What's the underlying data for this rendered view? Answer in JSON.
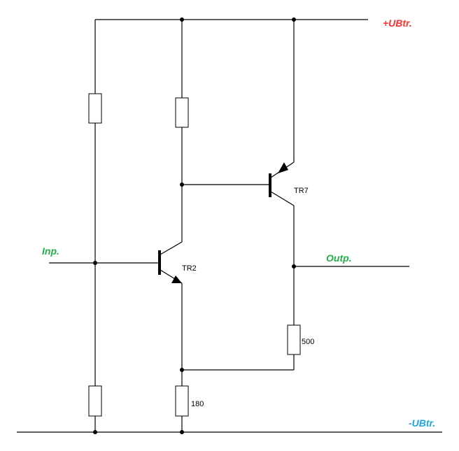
{
  "colors": {
    "positive_rail": "#ff3030",
    "negative_rail": "#1aa7e0",
    "signal": "#22b04a",
    "wire": "#000000"
  },
  "labels": {
    "positive_supply": "+UBtr.",
    "negative_supply": "-UBtr.",
    "input": "Inp.",
    "output": "Outp.",
    "transistor_2": "TR2",
    "transistor_7": "TR7",
    "resistor_output": "500",
    "resistor_emitter": "180"
  }
}
